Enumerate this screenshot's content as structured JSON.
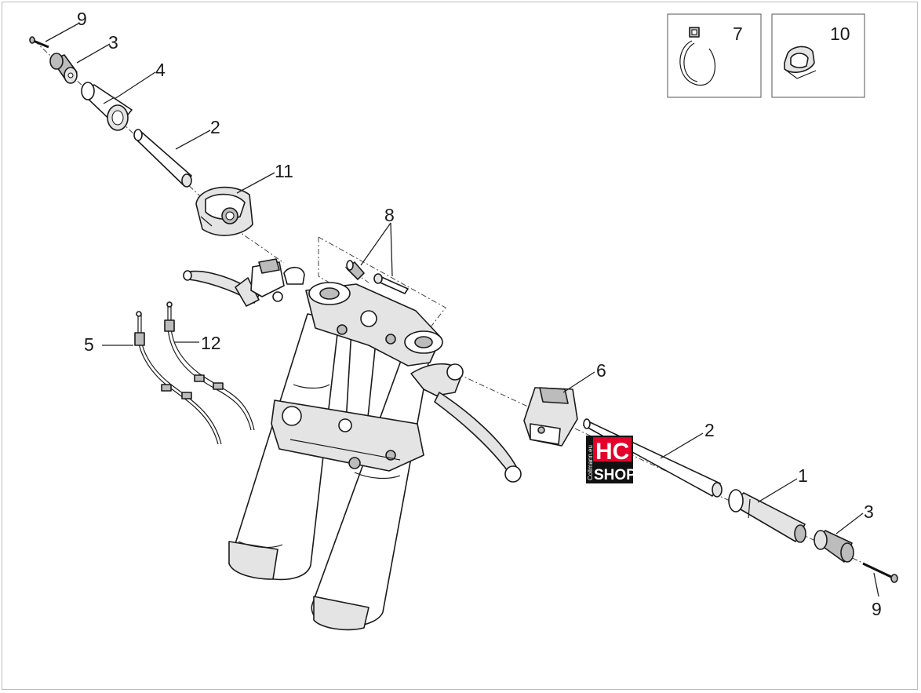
{
  "callouts": {
    "c1": "1",
    "c2_top": "2",
    "c2_right": "2",
    "c3_top": "3",
    "c3_right": "3",
    "c4": "4",
    "c5": "5",
    "c6": "6",
    "c7": "7",
    "c8": "8",
    "c9_top": "9",
    "c9_right": "9",
    "c10": "10",
    "c11": "11",
    "c12": "12"
  },
  "logo": {
    "line1": "HC",
    "line2": "SHOP",
    "side": "Collmann.eu",
    "color_red": "#e4002b",
    "color_black": "#111111"
  }
}
